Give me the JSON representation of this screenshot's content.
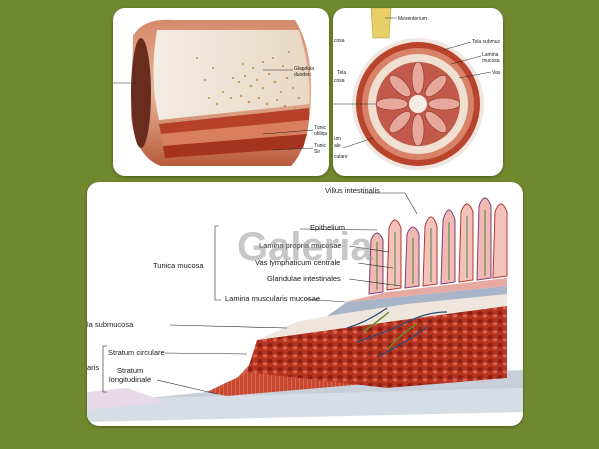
{
  "colors": {
    "background": "#71892e",
    "panel": "#ffffff",
    "muscle": "#c23a1e",
    "mucosa_pink": "#e8a9a3",
    "submucosa": "#e9d6c5",
    "label_line": "#222222"
  },
  "panel_top_left": {
    "labels": {
      "glandulae_line1": "Glandula",
      "glandulae_line2": "duoden",
      "tunica_line1": "Tunic",
      "tunica_line2": "obliqu",
      "tunica2_line1": "Tunic",
      "tunica2_line2": "Sir"
    }
  },
  "panel_top_right": {
    "labels": {
      "mesenterium": "Mesenterium",
      "tela_submucosa": "Tela submuc",
      "lamina_line1": "Lamina",
      "lamina_line2": "mucosa",
      "vas": "Vas",
      "left_a": "cosa",
      "left_b": "Tela",
      "left_c": "cosa",
      "left_d": "um",
      "left_e": "ale",
      "left_f": "culare"
    }
  },
  "panel_bottom": {
    "labels": {
      "villus_intestinalis": "Villus intestinalis",
      "epithelium": "Epithelium",
      "lamina_propria_mucosae": "Lamina propria mucosae",
      "vas_lymphaticum_centrale": "Vas lymphaticum centrale",
      "glandulae_intestinales": "Glandulae intestinales",
      "tunica_mucosa": "Tunica mucosa",
      "lamina_muscularis_mucosae": "Lamina muscularis mucosae",
      "tela_submucosa": "la submucosa",
      "stratum_circulare": "Stratum circulare",
      "stratum_longitudinale_line1": "Stratum",
      "stratum_longitudinale_line2": "longitudinale",
      "laris": "aris",
      "watermark": "Galeria"
    }
  }
}
